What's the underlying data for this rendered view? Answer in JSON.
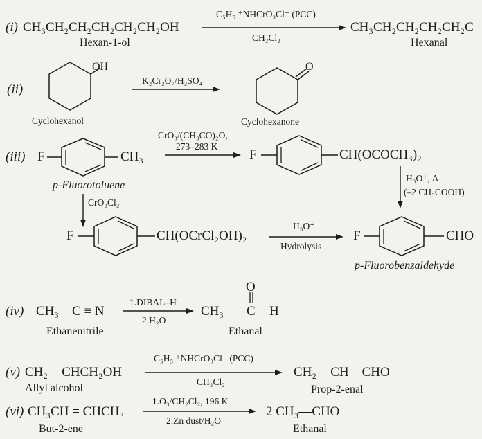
{
  "r1": {
    "num": "(i)",
    "reactant": "CH₃CH₂CH₂CH₂CH₂CH₂OH",
    "reactant_name": "Hexan-1-ol",
    "reagent_top": "C₅H₅ ⁺NHCrO₃Cl⁻ (PCC)",
    "reagent_bottom": "CH₂Cl₂",
    "product": "CH₃CH₂CH₂CH₂CH₂C",
    "product_name": "Hexanal"
  },
  "r2": {
    "num": "(ii)",
    "oh": "OH",
    "reactant_name": "Cyclohexanol",
    "reagent": "K₂Cr₂O₇/H₂SO₄",
    "o": "O",
    "product_name": "Cyclohexanone"
  },
  "r3": {
    "num": "(iii)",
    "f1": "F",
    "ch3": "CH₃",
    "reactant_name": "p-Fluorotoluene",
    "reagent_top1": "CrO₃/(CH₃CO)₂O,",
    "reagent_top2": "273–283 K",
    "f2": "F",
    "intermediate1": "CH(OCOCH₃)₂",
    "hydrolysis1_top": "H₃O⁺, Δ",
    "hydrolysis1_bottom": "(–2 CH₃COOH)",
    "reagent_down": "CrO₂Cl₂",
    "f3": "F",
    "intermediate2": "CH(OCrCl₂OH)₂",
    "hydrolysis2_top": "H₃O⁺",
    "hydrolysis2_bottom": "Hydrolysis",
    "f4": "F",
    "cho": "CHO",
    "product_name": "p-Fluorobenzaldehyde"
  },
  "r4": {
    "num": "(iv)",
    "reactant": "CH₃—C ≡ N",
    "reactant_name": "Ethanenitrile",
    "reagent_top": "1.DIBAL–H",
    "reagent_bottom": "2.H₂O",
    "o": "O",
    "product_left": "CH₃—",
    "product_c": "C",
    "product_right": "—H",
    "product_name": "Ethanal"
  },
  "r5": {
    "num": "(v)",
    "reactant": "CH₂ = CHCH₂OH",
    "reactant_name": "Allyl alcohol",
    "reagent_top": "C₅H₅ ⁺NHCrO₃Cl⁻ (PCC)",
    "reagent_bottom": "CH₂Cl₂",
    "product": "CH₂ = CH—CHO",
    "product_name": "Prop-2-enal"
  },
  "r6": {
    "num": "(vi)",
    "reactant": "CH₃CH = CHCH₃",
    "reactant_name": "But-2-ene",
    "reagent_top": "1.O₃/CH₂Cl₂, 196 K",
    "reagent_bottom": "2.Zn dust/H₂O",
    "product": "2 CH₃—CHO",
    "product_name": "Ethanal"
  }
}
